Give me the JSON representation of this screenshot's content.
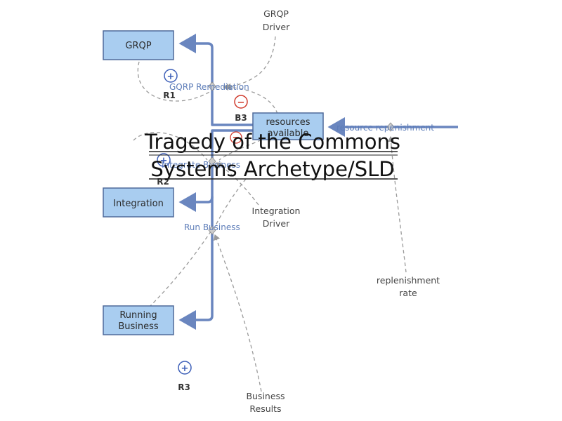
{
  "stocks": {
    "grqp": "GRQP",
    "resources_line1": "resources",
    "resources_line2": "available",
    "integration": "Integration",
    "running_line1": "Running",
    "running_line2": "Business"
  },
  "flows": {
    "gqrp_remediation": "GQRP Remediation",
    "integrate_business": "Integrate Business",
    "run_business": "Run Business",
    "resource_replenishment": "resource repenishment"
  },
  "auxiliaries": {
    "grqp_driver_line1": "GRQP",
    "grqp_driver_line2": "Driver",
    "integration_driver_line1": "Integration",
    "integration_driver_line2": "Driver",
    "replenishment_rate_line1": "replenishment",
    "replenishment_rate_line2": "rate",
    "business_results_line1": "Business",
    "business_results_line2": "Results"
  },
  "loops": {
    "r1": "R1",
    "b3": "B3",
    "r2": "R2",
    "r3": "R3"
  },
  "polarity": {
    "plus": "+",
    "minus": "−"
  },
  "title": {
    "line1": "Tragedy of the Commons",
    "line2": "Systems Archetype/SLD"
  },
  "colors": {
    "stock_fill": "#a9cdf0",
    "stock_stroke": "#4f6a9a",
    "flow": "#6a86bf",
    "dashed_link": "#9a9a9a",
    "plus_sign": "#3d5fb8",
    "minus_sign": "#d03a2c"
  }
}
